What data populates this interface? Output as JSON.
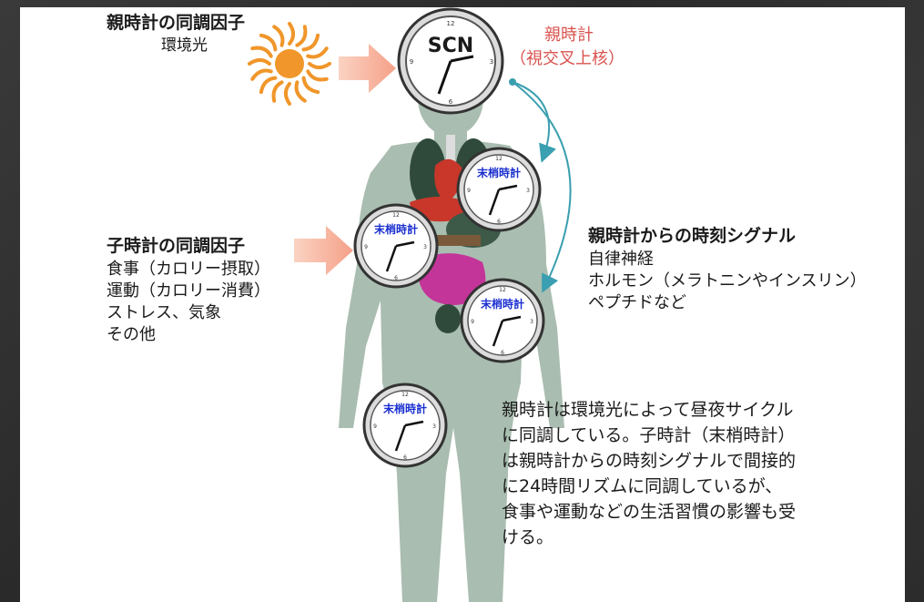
{
  "parent_sync": {
    "title": "親時計の同調因子",
    "subtitle": "環境光"
  },
  "master_clock": {
    "face": "SCN",
    "label_line1": "親時計",
    "label_line2": "（視交叉上核）"
  },
  "child_sync": {
    "title": "子時計の同調因子",
    "items": [
      "食事（カロリー摂取）",
      "運動（カロリー消費）",
      "ストレス、気象",
      "その他"
    ]
  },
  "signal": {
    "title": "親時計からの時刻シグナル",
    "items": [
      "自律神経",
      "ホルモン（メラトニンやインスリン）",
      "ペプチドなど"
    ]
  },
  "peripheral_clock_label": "末梢時計",
  "summary_lines": [
    "親時計は環境光によって昼夜サイクル",
    "に同調している。子時計（末梢時計）",
    "は親時計からの時刻シグナルで間接的",
    "に24時間リズムに同調しているが、",
    "食事や運動などの生活習慣の影響も受",
    "ける。"
  ],
  "colors": {
    "sun": "#f0962a",
    "arrow_fill": "#f8b19a",
    "body": "#a9bdb0",
    "organ_red": "#c8372a",
    "organ_magenta": "#c4359a",
    "organ_green": "#2f4a3a",
    "signal_arrow": "#3a9fb0",
    "clock_text": "#1a2fd0"
  }
}
